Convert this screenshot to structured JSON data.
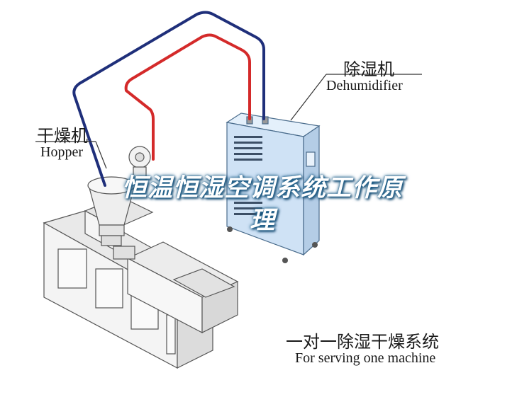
{
  "labels": {
    "dehumidifier_cn": "除湿机",
    "dehumidifier_en": "Dehumidifier",
    "hopper_cn": "干燥机",
    "hopper_en": "Hopper",
    "system_cn": "一对一除湿干燥系统",
    "system_en": "For serving one machine"
  },
  "overlay": {
    "title_line1": "恒温恒湿空调系统工作原",
    "title_line2": "理"
  },
  "colors": {
    "pipe_blue": "#1f2f7a",
    "pipe_red": "#d42a2a",
    "cabinet_blue": "#cfe2f5",
    "machine_gray": "#f2f2f2",
    "overlay_text": "#ffffff"
  }
}
